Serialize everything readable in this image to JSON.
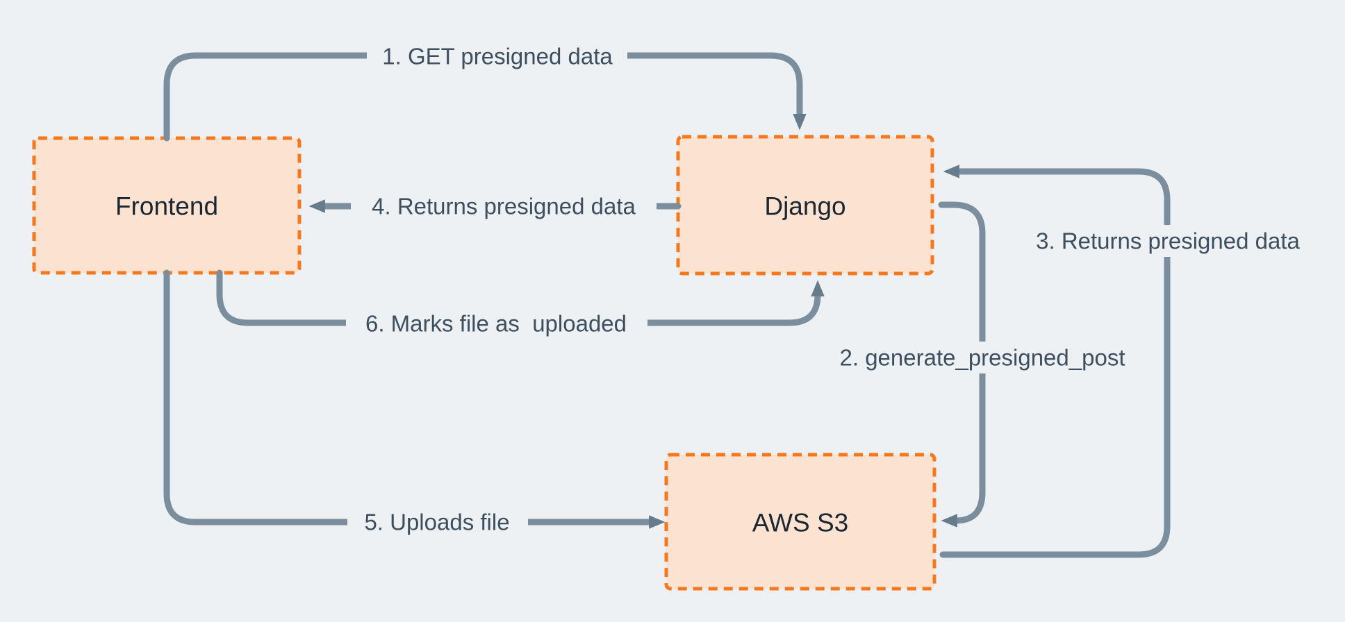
{
  "diagram": {
    "type": "flow-diagram",
    "background": "#EDF1F4",
    "colors": {
      "node_fill": "#FCE3D1",
      "node_border": "#F5781E",
      "line": "#7A8E9D",
      "arrowhead": "#667B8C",
      "edge_label_text": "#3D4F5E",
      "node_label_text": "#1B2631"
    },
    "nodes": [
      {
        "label": "Frontend"
      },
      {
        "label": "Django"
      },
      {
        "label": "AWS S3"
      }
    ],
    "edges": [
      {
        "label": "1. GET presigned data",
        "from": "Frontend",
        "to": "Django"
      },
      {
        "label": "2. generate_presigned_post",
        "from": "Django",
        "to": "AWS S3"
      },
      {
        "label": "3. Returns presigned data",
        "from": "AWS S3",
        "to": "Django"
      },
      {
        "label": "4. Returns presigned data",
        "from": "Django",
        "to": "Frontend"
      },
      {
        "label": "5. Uploads file",
        "from": "Frontend",
        "to": "AWS S3"
      },
      {
        "label": "6. Marks file as  uploaded",
        "from": "Frontend",
        "to": "Django"
      }
    ]
  }
}
